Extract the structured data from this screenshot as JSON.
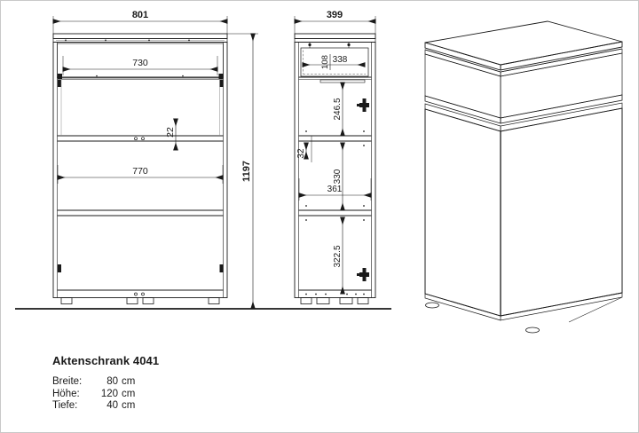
{
  "document": {
    "type": "technical-drawing",
    "title": "Aktenschrank 4041",
    "specs": [
      {
        "label": "Breite:",
        "value": "80",
        "unit": "cm"
      },
      {
        "label": "Höhe:",
        "value": "120",
        "unit": "cm"
      },
      {
        "label": "Tiefe:",
        "value": "40",
        "unit": "cm"
      }
    ]
  },
  "views": {
    "front": {
      "name": "front-elevation",
      "dimensions": {
        "overall_width": "801",
        "drawer_inner_width": "730",
        "shelf_inner_width": "770",
        "shelf_thickness": "22",
        "overall_height": "1197"
      }
    },
    "side": {
      "name": "side-section",
      "dimensions": {
        "overall_depth": "399",
        "drawer_inner_small": "108",
        "drawer_inner_depth": "338",
        "upper_compartment_height": "246.5",
        "shelf_offset": "32",
        "middle_compartment_height": "330",
        "shelf_inner_depth": "361",
        "lower_compartment_height": "322.5"
      }
    },
    "perspective": {
      "name": "isometric-view",
      "description": "cabinet-with-drawer-and-two-doors"
    }
  },
  "colors": {
    "line": "#1a1a1a",
    "thin_line": "#555555",
    "border": "#c9c9c9",
    "text": "#1a1a1a"
  }
}
